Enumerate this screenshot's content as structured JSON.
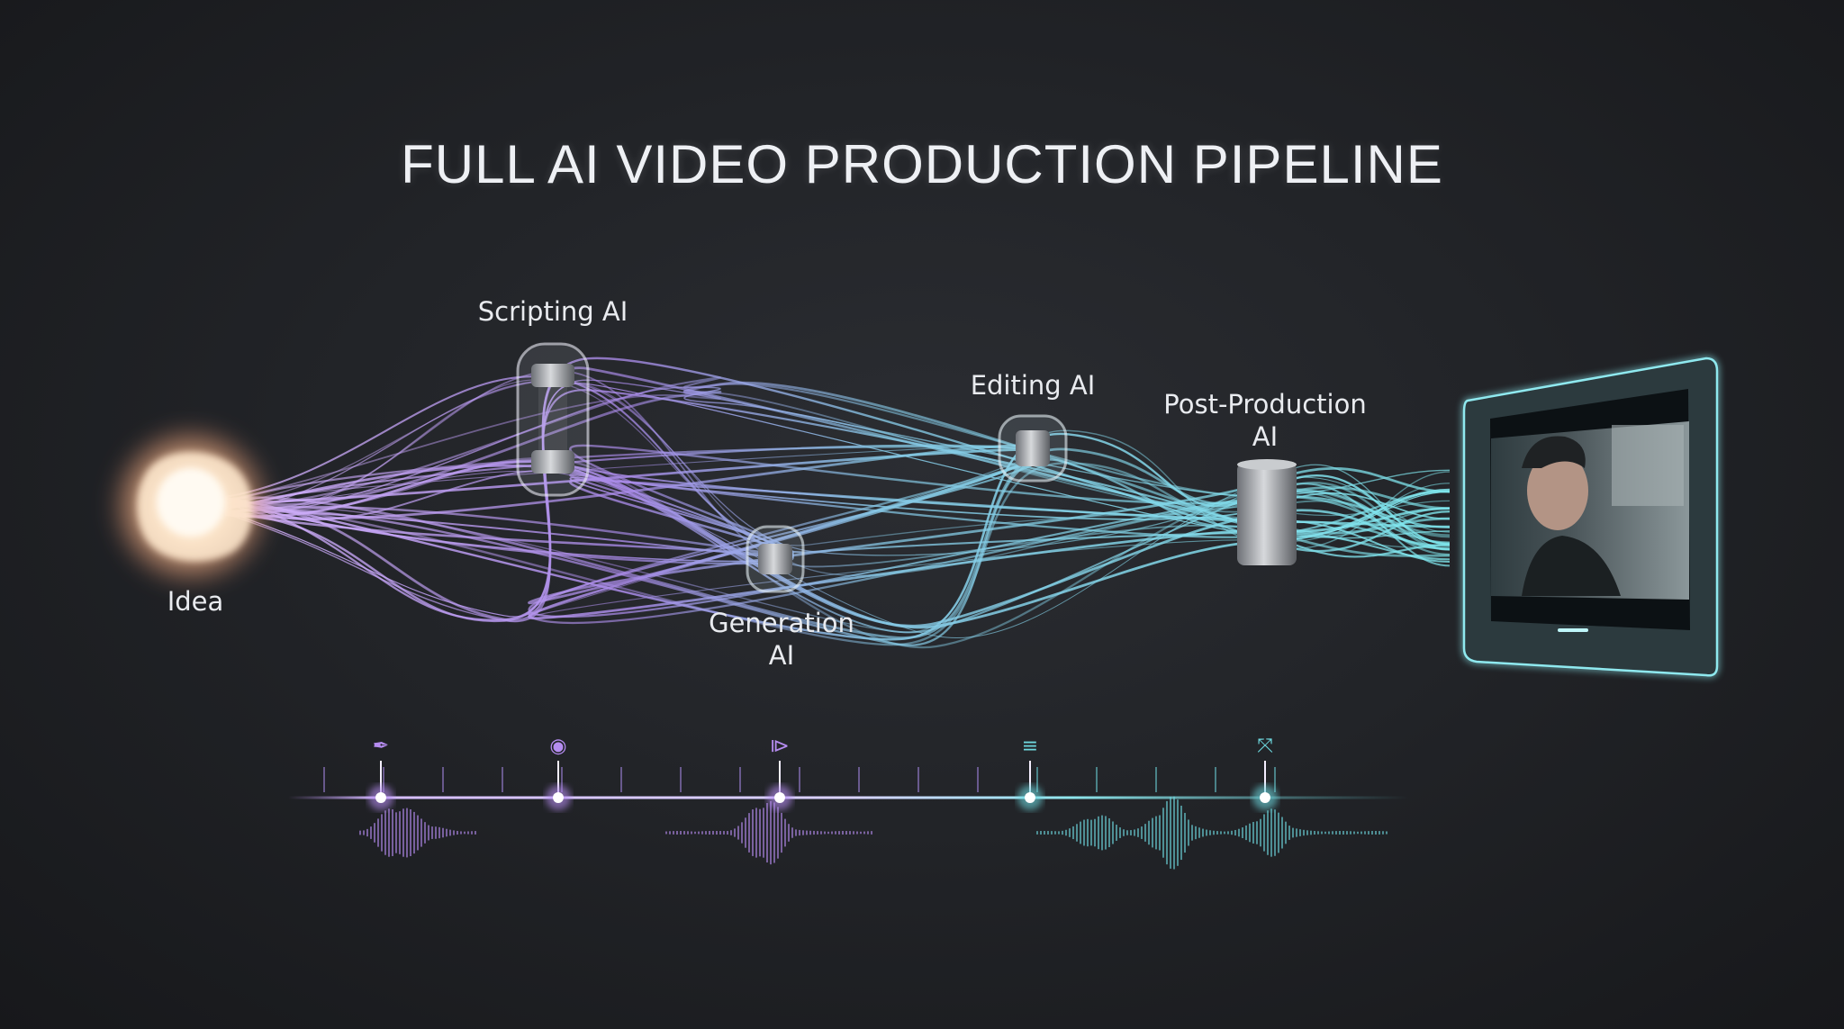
{
  "title": "FULL AI VIDEO PRODUCTION PIPELINE",
  "stages": {
    "idea": {
      "label": "Idea"
    },
    "scripting": {
      "label": "Scripting AI"
    },
    "generation": {
      "label_line1": "Generation",
      "label_line2": "AI"
    },
    "editing": {
      "label": "Editing AI"
    },
    "post_production": {
      "label_line1": "Post-Production",
      "label_line2": "AI"
    },
    "output": {
      "name": "video-monitor"
    }
  },
  "timeline": {
    "markers": [
      {
        "icon": "pen-icon",
        "glyph": "✒"
      },
      {
        "icon": "record-icon",
        "glyph": "◉"
      },
      {
        "icon": "play-skip-icon",
        "glyph": "⧐"
      },
      {
        "icon": "filter-icon",
        "glyph": "≡"
      },
      {
        "icon": "expand-icon",
        "glyph": "⤧"
      }
    ]
  },
  "colors": {
    "purple": "#b58cf0",
    "cyan": "#6ed8df",
    "glow": "#ffe6c8",
    "background": "#222428"
  }
}
